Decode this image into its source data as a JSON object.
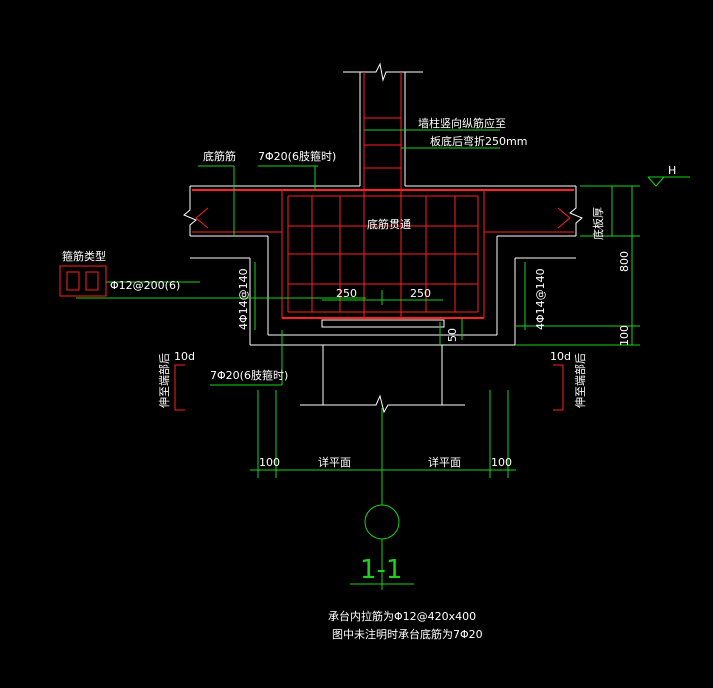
{
  "labels": {
    "wall_bar_note_1": "墙柱竖向纵筋应至",
    "wall_bar_note_2": "板底后弯折250mm",
    "bottom_rebar_left": "底筋筋",
    "top_bar_callout": "7Φ20(6肢箍时)",
    "bottom_bar_through": "底筋贯通",
    "slab_thickness": "底板厚",
    "stirrup_type_title": "箍筋类型",
    "stirrup_spec": "Φ12@200(6)",
    "side_bar_left": "4Φ14@140",
    "side_bar_right": "4Φ14@140",
    "dim_250_left": "250",
    "dim_250_right": "250",
    "dim_50": "50",
    "dim_800": "800",
    "dim_100_right": "100",
    "anchor_10d_left": "10d",
    "anchor_10d_right": "10d",
    "bottom_bar_callout": "7Φ20(6肢箍时)",
    "anchor_note_left": "伸至端部后",
    "anchor_note_right": "伸至端部后",
    "dim_100_left_bottom": "100",
    "dim_100_right_bottom": "100",
    "span_left": "详平面",
    "span_right": "详平面",
    "elevation_mark": "H",
    "section_number": "1-1",
    "note_line_1": "承台内拉筋为Φ12@420x400",
    "note_line_2": "图中未注明时承台底筋为7Φ20"
  }
}
